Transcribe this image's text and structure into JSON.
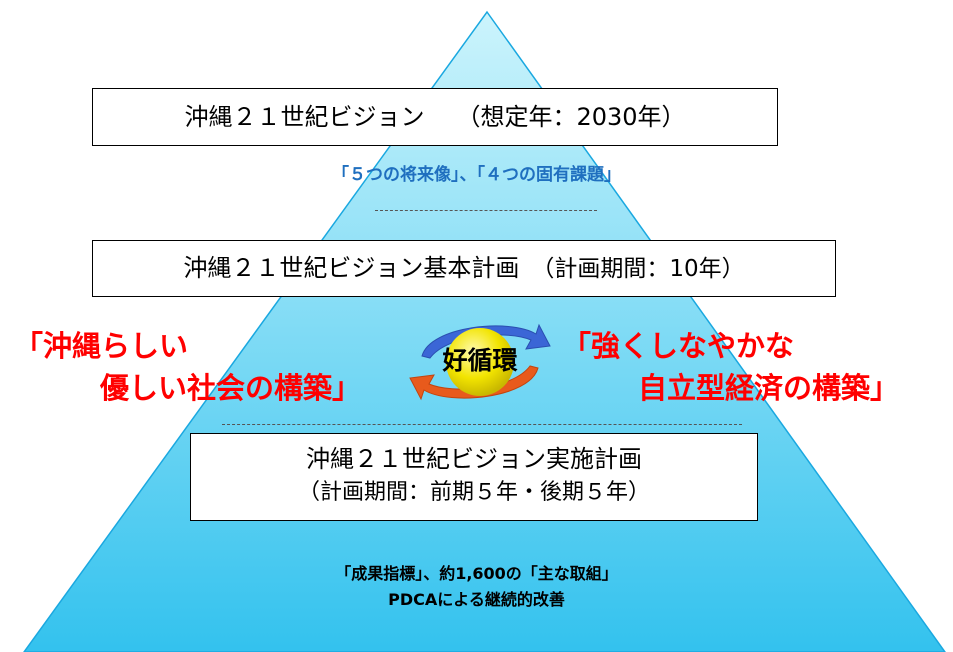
{
  "colors": {
    "pyramid_top": "#ccf4fc",
    "pyramid_bottom": "#33c2ee",
    "blue_text": "#1f6fbf",
    "red_text": "#ff0000",
    "cycle_ball": "#f2e400",
    "arrow_blue": "#3b66d6",
    "arrow_orange": "#e85a1c"
  },
  "vision": {
    "title": "沖縄２１世紀ビジョン",
    "target_year": "（想定年：2030年）",
    "subtitle": "「５つの将来像」、「４つの固有課題」"
  },
  "basic_plan": {
    "title": "沖縄２１世紀ビジョン基本計画",
    "period": "（計画期間：10年）"
  },
  "goals": {
    "left_line1": "「沖縄らしい",
    "left_line2": "優しい社会の構築」",
    "right_line1": "「強くしなやかな",
    "right_line2": "自立型経済の構築」"
  },
  "cycle": {
    "label": "好循環",
    "icon": "circular-arrows-icon"
  },
  "implementation_plan": {
    "title": "沖縄２１世紀ビジョン実施計画",
    "period": "（計画期間：前期５年・後期５年）"
  },
  "footer": {
    "line1": "「成果指標」、約1,600の「主な取組」",
    "line2": "PDCAによる継続的改善"
  }
}
